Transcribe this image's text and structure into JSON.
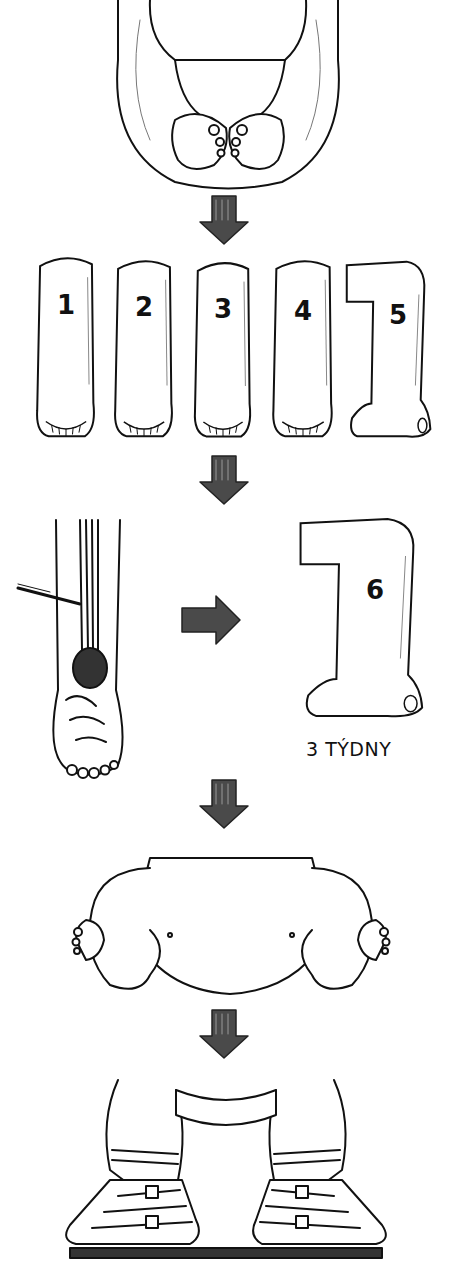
{
  "diagram": {
    "nodes": [
      {
        "text": [
          "1"
        ]
      },
      {
        "text": [
          "2"
        ]
      },
      {
        "text": [
          "3"
        ]
      },
      {
        "text": [
          "4"
        ]
      },
      {
        "text": [
          "5"
        ]
      },
      {
        "text": [
          "6"
        ]
      }
    ],
    "labels": [
      "3 TÝDNY"
    ]
  }
}
